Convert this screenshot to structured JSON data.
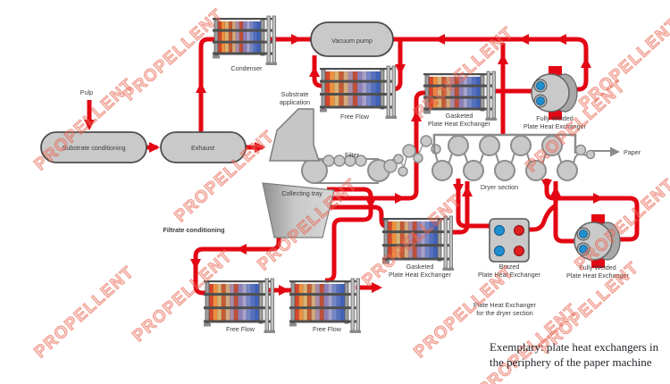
{
  "watermark": {
    "text": "PROPELLENT"
  },
  "colors": {
    "pipe_red": "#e30613",
    "machine_gray": "#c9c9c9",
    "frame_gray": "#8c8c8c",
    "port_blue": "#1f8fd0",
    "port_red": "#e02020"
  },
  "labels": {
    "pulp": "Pulp",
    "substrate_conditioning": "Substrate conditioning",
    "exhaust": "Exhaust",
    "condenser": "Condenser",
    "vacuum_pump": "Vacuum pump",
    "substrate_application_l1": "Substrate",
    "substrate_application_l2": "application",
    "free_flow_top": "Free Flow",
    "gasketed_top_l1": "Gasketed",
    "gasketed_top_l2": "Plate Heat Exchanger",
    "fully_welded_top_l1": "Fully Welded",
    "fully_welded_top_l2": "Plate Heat Exchanger",
    "filter": "Filter",
    "dryer_section": "Dryer section",
    "paper": "Paper",
    "collecting_tray": "Collecting tray",
    "filtrate_conditioning": "Filtrate conditioning",
    "gasketed_bottom_l1": "Gasketed",
    "gasketed_bottom_l2": "Plate Heat Exchanger",
    "brazed_l1": "Brazed",
    "brazed_l2": "Plate Heat Exchanger",
    "fully_welded_bottom_l1": "Fully Welded",
    "fully_welded_bottom_l2": "Plate Heat Exchanger",
    "dryer_phe_note_l1": "Plate Heat Exchanger",
    "dryer_phe_note_l2": "for the dryer section",
    "free_flow_bottom1": "Free Flow",
    "free_flow_bottom2": "Free Flow"
  },
  "caption": {
    "line1": "Exemplary: plate heat exchangers in",
    "line2": "the periphery of the paper machine"
  }
}
